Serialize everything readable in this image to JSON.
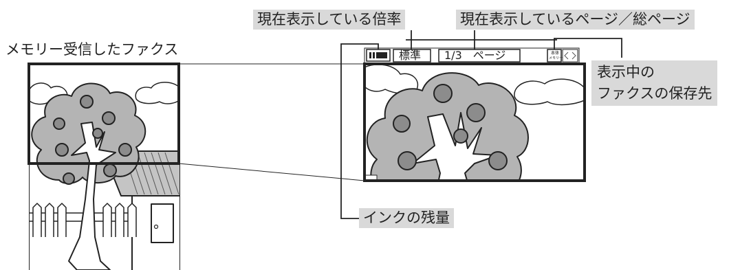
{
  "labels": {
    "current_zoom": "現在表示している倍率",
    "current_page_total": "現在表示しているページ／総ページ",
    "memory_fax": "メモリー受信したファクス",
    "storage_line1": "表示中の",
    "storage_line2": "ファクスの保存先",
    "ink_level": "インクの残量"
  },
  "display": {
    "zoom_value": "標準",
    "page_value": "1/3　ページ",
    "storage_icon_line1": "本体",
    "storage_icon_line2": "メモリー"
  },
  "icons": {
    "ink": "ink-level-icon",
    "storage": "storage-location-icon",
    "nav": "page-nav-arrows-icon"
  },
  "colors": {
    "callout_bg": "#d9d9d9",
    "fill_gray": "#b4b4b4",
    "ball_gray": "#8c8c8c",
    "line": "#222222"
  }
}
